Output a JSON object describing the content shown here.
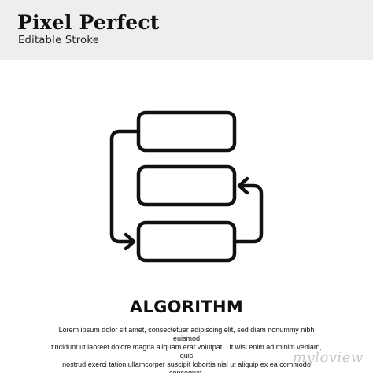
{
  "header": {
    "title": "Pixel Perfect",
    "subtitle": "Editable Stroke",
    "background_color": "#eeeeee"
  },
  "icon": {
    "name": "algorithm-flowchart-icon",
    "stroke_color": "#111111"
  },
  "label": {
    "title": "ALGORITHM"
  },
  "description": {
    "text": "Lorem ipsum dolor sit amet, consectetuer adipiscing elit, sed diam nonummy nibh euismod\ntincidunt ut laoreet dolore magna aliquam erat volutpat. Ut wisi enim ad minim veniam, quis\nnostrud exerci tation ullamcorper suscipit lobortis nisl ut aliquip ex ea commodo consequat."
  },
  "watermark": {
    "text": "myloview"
  }
}
